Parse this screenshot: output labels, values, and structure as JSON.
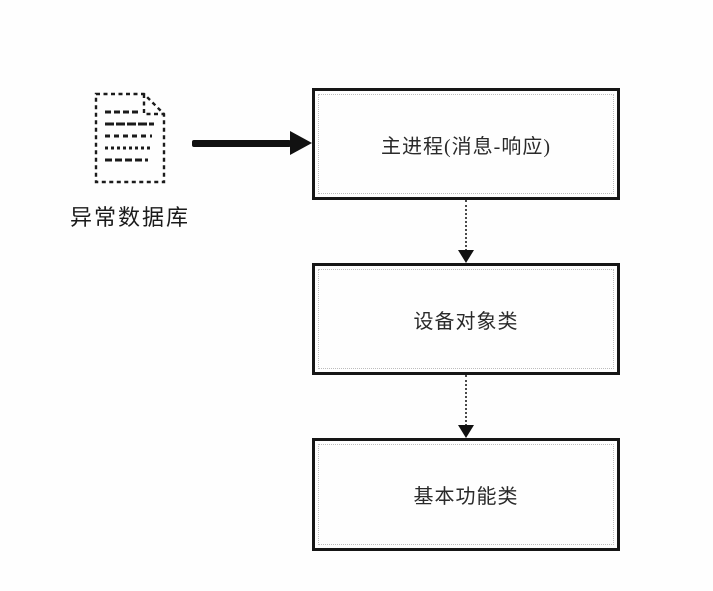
{
  "diagram": {
    "title": "exception-database-process-flow",
    "database": {
      "label": "异常数据库",
      "icon": "document-icon"
    },
    "boxes": [
      {
        "id": "main-process",
        "label": "主进程(消息-响应)"
      },
      {
        "id": "device-object-class",
        "label": "设备对象类"
      },
      {
        "id": "basic-function-class",
        "label": "基本功能类"
      }
    ],
    "connectors": [
      {
        "from": "exception-database",
        "to": "main-process",
        "style": "solid-thick",
        "direction": "right"
      },
      {
        "from": "main-process",
        "to": "device-object-class",
        "style": "dotted",
        "direction": "down"
      },
      {
        "from": "device-object-class",
        "to": "basic-function-class",
        "style": "dotted",
        "direction": "down"
      }
    ],
    "colors": {
      "ink": "#161616",
      "background": "#fefefe",
      "connector": "#4a4a4a"
    }
  }
}
